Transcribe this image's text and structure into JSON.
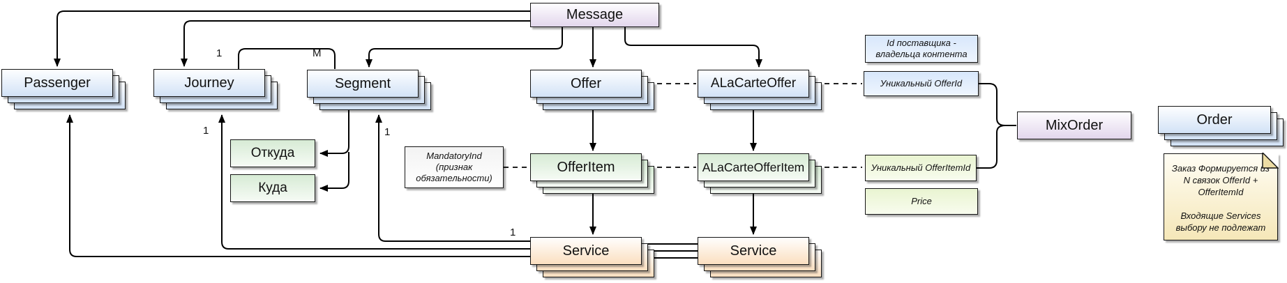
{
  "diagram": {
    "nodes": {
      "message": {
        "label": "Message"
      },
      "passenger": {
        "label": "Passenger"
      },
      "journey": {
        "label": "Journey"
      },
      "segment": {
        "label": "Segment"
      },
      "origin": {
        "label": "Откуда"
      },
      "destination": {
        "label": "Куда"
      },
      "offer": {
        "label": "Offer"
      },
      "alacarte_offer": {
        "label": "ALaCarteOffer"
      },
      "offer_item": {
        "label": "OfferItem"
      },
      "alacarte_offer_item": {
        "label": "ALaCarteOfferItem"
      },
      "service_left": {
        "label": "Service"
      },
      "service_right": {
        "label": "Service"
      },
      "mix_order": {
        "label": "MixOrder"
      },
      "order": {
        "label": "Order"
      }
    },
    "annotations": {
      "provider_id": {
        "text": "Id поставщика -\nвладельца контента"
      },
      "offer_id": {
        "text": "Уникальный OfferId"
      },
      "mandatory_ind": {
        "text": "MandatoryInd\n(признак\nобязательности)"
      },
      "offer_item_id": {
        "text": "Уникальный OfferItemId"
      },
      "price": {
        "text": "Price"
      },
      "order_note": {
        "line1": "Заказ Формируется из N связок OfferId + OfferItemId",
        "line2": "Входящие Services выбору не подлежат"
      }
    },
    "multiplicities": {
      "journey_link_one": "1",
      "segment_link_many": "M",
      "journey_bottom_one": "1",
      "segment_bottom_one": "1",
      "service_left_one": "1"
    },
    "colors": {
      "node_blue": "#dae8fc",
      "node_purple": "#e1d5e7",
      "node_green": "#d5e8d4",
      "node_orange": "#ffe6cc",
      "note_green": "#e9f4d1",
      "note_yellow": "#fff2cc",
      "note_gray": "#f5f5f5",
      "line": "#000000"
    }
  }
}
